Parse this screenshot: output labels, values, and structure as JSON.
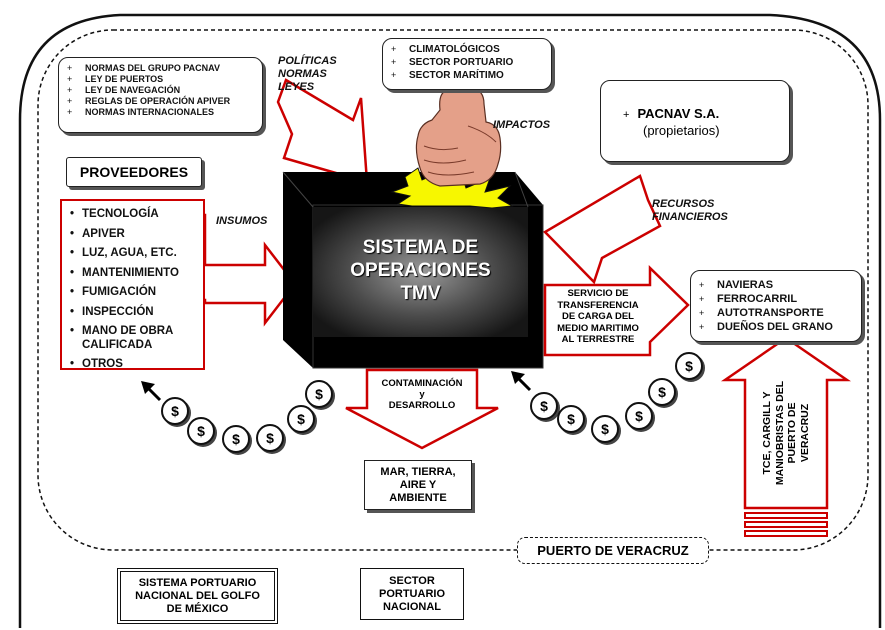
{
  "normas_list": [
    "NORMAS DEL GRUPO PACNAV",
    "LEY DE PUERTOS",
    "LEY DE NAVEGACIÓN",
    "REGLAS DE OPERACIÓN APIVER",
    "NORMAS INTERNACIONALES"
  ],
  "politicas_label": [
    "POLÍTICAS",
    "NORMAS",
    "LEYES"
  ],
  "impactos_list": [
    "CLIMATOLÓGICOS",
    "SECTOR PORTUARIO",
    "SECTOR MARÍTIMO"
  ],
  "impactos_label": "IMPACTOS",
  "pacnav": {
    "name": "PACNAV S.A.",
    "sub": "(propietarios)"
  },
  "recursos_label": [
    "RECURSOS",
    "FINANCIEROS"
  ],
  "proveedores_title": "PROVEEDORES",
  "insumos_label": "INSUMOS",
  "proveedores_list": [
    "TECNOLOGÍA",
    "APIVER",
    "LUZ, AGUA, ETC.",
    "MANTENIMIENTO",
    "FUMIGACIÓN",
    "INSPECCIÓN",
    "MANO DE OBRA CALIFICADA",
    "OTROS"
  ],
  "system_title": [
    "SISTEMA DE",
    "OPERACIONES",
    "TMV"
  ],
  "servicio_text": [
    "SERVICIO DE",
    "TRANSFERENCIA",
    "DE CARGA DEL",
    "MEDIO MARITIMO",
    "AL TERRESTRE"
  ],
  "clientes_list": [
    "NAVIERAS",
    "FERROCARRIL",
    "AUTOTRANSPORTE",
    "DUEÑOS DEL GRANO"
  ],
  "contaminacion_text": [
    "CONTAMINACIÓN",
    "y",
    "DESARROLLO"
  ],
  "ambiente_text": "MAR, TIERRA, AIRE Y AMBIENTE",
  "tce_text": [
    "TCE, CARGILL Y",
    "MANIOBRISTAS DEL",
    "PUERTO DE",
    "VERACRUZ"
  ],
  "coin_symbol": "$",
  "puerto_label": "PUERTO DE VERACRUZ",
  "sistema_portuario": "SISTEMA PORTUARIO NACIONAL DEL GOLFO DE MÉXICO",
  "sector_portuario": "SECTOR PORTUARIO NACIONAL",
  "colors": {
    "arrow": "#cc0000",
    "box": "#000000",
    "line": "#111111"
  },
  "icons": [
    "fist-icon",
    "burst-icon",
    "coin-icon"
  ]
}
